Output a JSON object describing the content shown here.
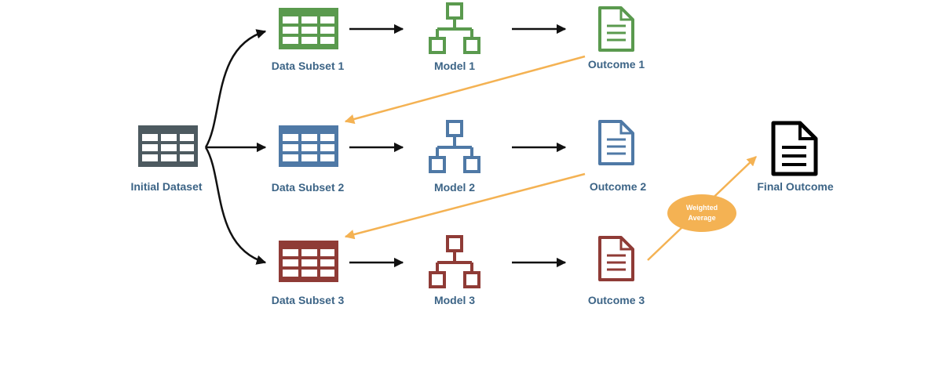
{
  "diagram": {
    "initial": {
      "label": "Initial Dataset"
    },
    "rows": [
      {
        "subset": "Data Subset 1",
        "model": "Model 1",
        "outcome": "Outcome 1"
      },
      {
        "subset": "Data Subset 2",
        "model": "Model 2",
        "outcome": "Outcome 2"
      },
      {
        "subset": "Data Subset 3",
        "model": "Model 3",
        "outcome": "Outcome 3"
      }
    ],
    "weighted_average": {
      "line1": "Weighted",
      "line2": "Average"
    },
    "final": {
      "label": "Final Outcome"
    }
  },
  "colors": {
    "row1": "#5a9a4e",
    "row2": "#4f79a6",
    "row3": "#8f3b36",
    "initial": "#4d5a60",
    "label_text": "#3c6486",
    "orange": "#f4b253",
    "arrow": "#111111",
    "final": "#000000"
  }
}
